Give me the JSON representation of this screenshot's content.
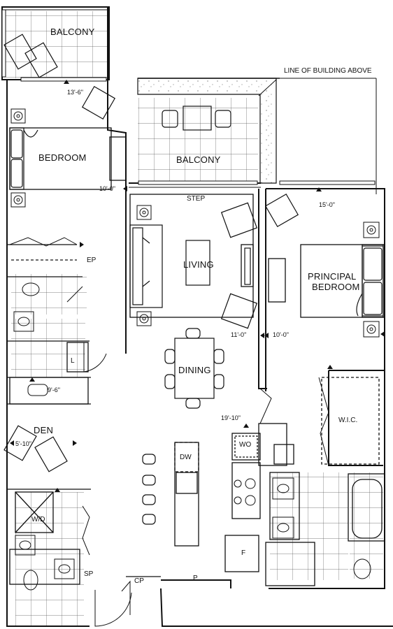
{
  "rooms": {
    "balcony_top": "BALCONY",
    "bedroom": "BEDROOM",
    "balcony_mid": "BALCONY",
    "living": "LIVING",
    "principal_line1": "PRINCIPAL",
    "principal_line2": "BEDROOM",
    "dining": "DINING",
    "den": "DEN",
    "wic": "W.I.C."
  },
  "notes": {
    "line_of_building": "LINE OF BUILDING ABOVE",
    "step": "STEP"
  },
  "dimensions": {
    "d1": "13'-6\"",
    "d2": "10'-0\"",
    "d3": "15'-0\"",
    "d4": "11'-0\"",
    "d5": "10'-0\"",
    "d6": "9'-6\"",
    "d7": "5'-10\"",
    "d8": "19'-10\""
  },
  "fixtures": {
    "ep": "EP",
    "l": "L",
    "wo": "WO",
    "dw": "DW",
    "wd": "W/D",
    "f": "F",
    "sp": "SP",
    "cp": "CP",
    "p": "P"
  }
}
